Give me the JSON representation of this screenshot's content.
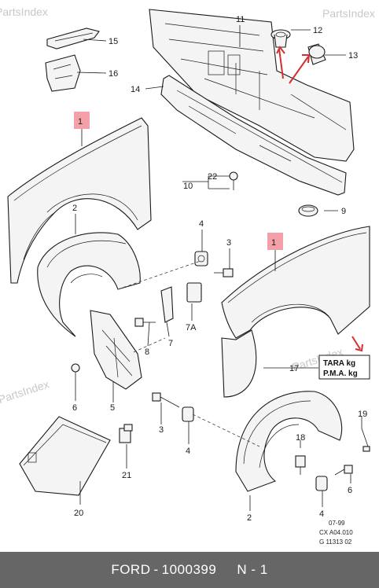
{
  "watermark": "PartsIndex",
  "callouts": {
    "c1a": "1",
    "c1b": "1",
    "c2a": "2",
    "c2b": "2",
    "c3a": "3",
    "c3b": "3",
    "c4a": "4",
    "c4b": "4",
    "c4c": "4",
    "c5": "5",
    "c6a": "6",
    "c6b": "6",
    "c7": "7",
    "c7a": "7A",
    "c8": "8",
    "c9": "9",
    "c10": "10",
    "c11": "11",
    "c12": "12",
    "c13": "13",
    "c14": "14",
    "c15": "15",
    "c16": "16",
    "c17": "17",
    "c18": "18",
    "c19": "19",
    "c20": "20",
    "c21": "21",
    "c22": "22"
  },
  "label_plate": {
    "line1": "TARA  kg",
    "line2": "P.M.A.  kg"
  },
  "reference": {
    "date": "07-99",
    "code1": "CX A04.010",
    "code2": "G 11313 02"
  },
  "colors": {
    "highlight_box": "#f4a0a8",
    "arrow": "#d32f2f",
    "footer_bg": "#666666"
  },
  "footer": {
    "brand": "FORD",
    "separator": "-",
    "part_number": "1000399",
    "note": "N - 1"
  }
}
